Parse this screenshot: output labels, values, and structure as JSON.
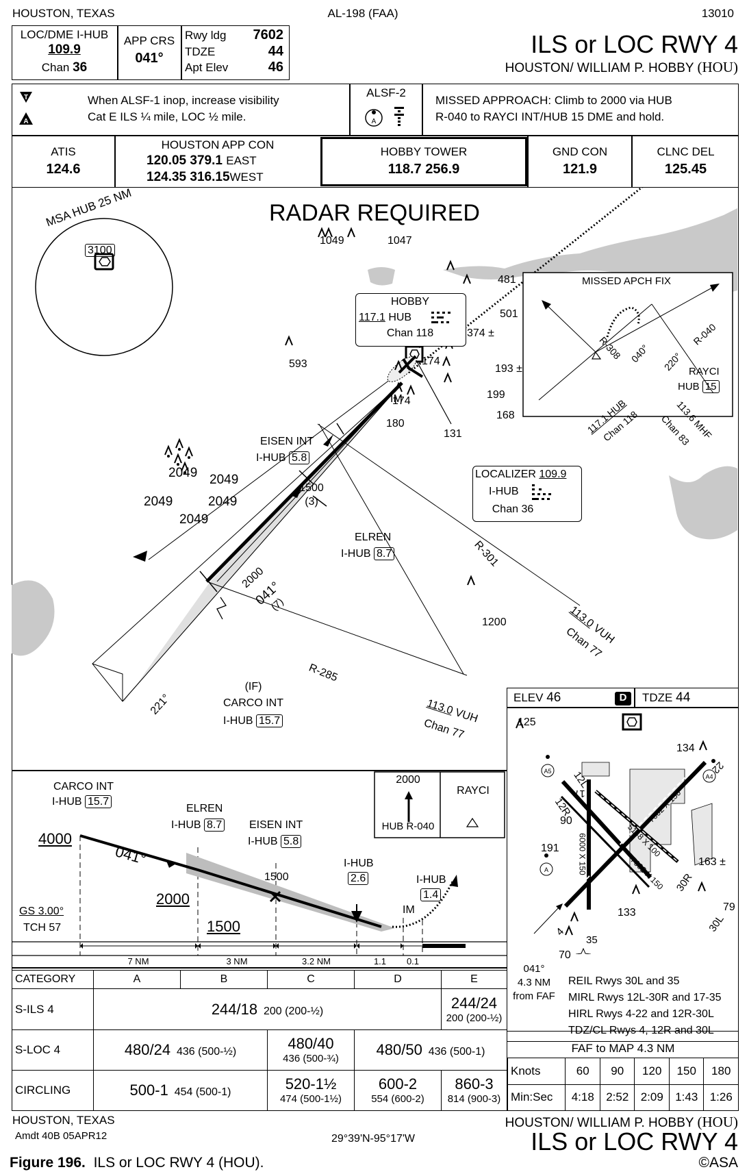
{
  "top": {
    "city": "HOUSTON, TEXAS",
    "chart_id": "AL-198 (FAA)",
    "serial": "13010",
    "title": "ILS or LOC RWY 4",
    "airport": "HOUSTON/ WILLIAM P. HOBBY",
    "airport_id": "(HOU)"
  },
  "briefing": {
    "loc_label": "LOC/DME  I-HUB",
    "loc_freq": "109.9",
    "loc_chan_label": "Chan",
    "loc_chan": "36",
    "app_crs_label": "APP CRS",
    "app_crs": "041°",
    "rwy_ldg_label": "Rwy ldg",
    "rwy_ldg": "7602",
    "tdze_label": "TDZE",
    "tdze": "44",
    "apt_elev_label": "Apt Elev",
    "apt_elev": "46",
    "note_line1": "When ALSF-1 inop, increase visibility",
    "note_line2": "Cat E ILS ¼ mile, LOC ½ mile.",
    "alsf": "ALSF-2",
    "missed_line1": "MISSED APPROACH: Climb to 2000 via HUB",
    "missed_line2": "R-040 to RAYCI INT/HUB 15 DME and hold."
  },
  "comms": {
    "atis_label": "ATIS",
    "atis": "124.6",
    "app_label": "HOUSTON APP CON",
    "app_east": "120.05  379.1",
    "app_east_sfx": "EAST",
    "app_west": "124.35  316.15",
    "app_west_sfx": "WEST",
    "twr_label": "HOBBY TOWER",
    "twr": "118.7  256.9",
    "gnd_label": "GND CON",
    "gnd": "121.9",
    "clnc_label": "CLNC DEL",
    "clnc": "125.45"
  },
  "plan": {
    "radar": "RADAR REQUIRED",
    "msa_label": "MSA HUB 25 NM",
    "msa_alt": "3100",
    "obstacles": [
      "1049",
      "1047",
      "481",
      "501",
      "374 ±",
      "593",
      "174",
      "193 ±",
      "199",
      "168",
      "174",
      "180",
      "131",
      "2049",
      "2049",
      "2049",
      "2049",
      "2049",
      "1200",
      "125",
      "134",
      "163 ±",
      "133",
      "79",
      "90",
      "191",
      "70"
    ],
    "vor_name": "HOBBY",
    "vor_freq": "117.1",
    "vor_id": "HUB",
    "vor_chan": "Chan 118",
    "loc_box_label": "LOCALIZER",
    "loc_box_freq": "109.9",
    "loc_box_id": "I-HUB",
    "loc_box_chan": "Chan 36",
    "eisen": "EISEN INT",
    "eisen_id": "I-HUB",
    "eisen_dme": "5.8",
    "elren": "ELREN",
    "elren_id": "I-HUB",
    "elren_dme": "8.7",
    "carco_if": "(IF)",
    "carco": "CARCO INT",
    "carco_id": "I-HUB",
    "carco_dme": "15.7",
    "alt_1500": "1500",
    "alt_1500_d": "(3)",
    "alt_2000": "2000",
    "crs": "041°",
    "crs_d": "(7)",
    "crs_rev": "221°",
    "r301": "R-301",
    "r285": "R-285",
    "vuh1_freq": "113.0",
    "vuh1_id": "VUH",
    "vuh1_chan": "Chan 77",
    "vuh2_freq": "113.0",
    "vuh2_id": "VUH",
    "vuh2_chan": "Chan 77",
    "im": "IM",
    "missed_fix_label": "MISSED APCH FIX",
    "mf_r308": "R-308",
    "mf_040": "040°",
    "mf_220": "220°",
    "mf_r040": "R-040",
    "mf_rayci": "RAYCI",
    "mf_hub": "HUB",
    "mf_15": "15",
    "mf_hub_freq": "117.1 HUB",
    "mf_hub_chan": "Chan 118",
    "mf_mhf": "113.6 MHF",
    "mf_mhf_chan": "Chan 83"
  },
  "airport_diagram": {
    "elev_label": "ELEV",
    "elev": "46",
    "d_symbol": "D",
    "tdze_label": "TDZE",
    "tdze": "44",
    "rwy_12l": "12L",
    "rwy_17": "17",
    "rwy_12r": "12R",
    "rwy_22": "22",
    "rwy_30r": "30R",
    "rwy_30l": "30L",
    "rwy_4": "4",
    "rwy_35": "35",
    "dim_6000": "6000 X 150",
    "dim_7602": "7602 X 150",
    "dim_5148": "5148 X 100",
    "dim_7602b": "7602 X 150",
    "offset_crs": "041°",
    "offset_nm": "4.3 NM",
    "offset_from": "from FAF",
    "lighting": [
      "REIL Rwys 30L and 35",
      "MIRL Rwys 12L-30R and 17-35",
      "HIRL Rwys 4-22 and 12R-30L",
      "TDZ/CL Rwys 4, 12R and 30L"
    ]
  },
  "profile": {
    "carco": "CARCO INT",
    "carco_id": "I-HUB",
    "carco_dme": "15.7",
    "elren": "ELREN",
    "elren_id": "I-HUB",
    "elren_dme": "8.7",
    "eisen": "EISEN  INT",
    "eisen_id": "I-HUB",
    "eisen_dme": "5.8",
    "ihub": "I-HUB",
    "ihub_dme": "2.6",
    "ihub2": "I-HUB",
    "ihub2_dme": "1.4",
    "alt_4000": "4000",
    "crs": "041°",
    "alt_2000": "2000",
    "alt_1500a": "1500",
    "alt_1500b": "1500",
    "gs": "GS 3.00°",
    "tch": "TCH 57",
    "im": "IM",
    "hold_alt": "2000",
    "hold_radial": "HUB R-040",
    "hold_fix": "RAYCI",
    "dist": [
      "7 NM",
      "3 NM",
      "3.2 NM",
      "1.1",
      "0.1"
    ]
  },
  "minimums": {
    "headers": [
      "CATEGORY",
      "A",
      "B",
      "C",
      "D",
      "E"
    ],
    "rows": [
      {
        "name": "S-ILS 4",
        "abcd": "244/18",
        "abcd_sub": "200 (200-½)",
        "e": "244/24",
        "e_sub": "200 (200-½)"
      },
      {
        "name": "S-LOC 4",
        "ab": "480/24",
        "ab_sub": "436 (500-½)",
        "c": "480/40",
        "c_sub": "436 (500-¾)",
        "de": "480/50",
        "de_sub": "436 (500-1)"
      },
      {
        "name": "CIRCLING",
        "ab": "500-1",
        "ab_sub": "454 (500-1)",
        "c": "520-1½",
        "c_sub": "474 (500-1½)",
        "d": "600-2",
        "d_sub": "554 (600-2)",
        "e": "860-3",
        "e_sub": "814 (900-3)"
      }
    ]
  },
  "faf_table": {
    "title": "FAF to MAP  4.3 NM",
    "knots_label": "Knots",
    "knots": [
      "60",
      "90",
      "120",
      "150",
      "180"
    ],
    "time_label": "Min:Sec",
    "times": [
      "4:18",
      "2:52",
      "2:09",
      "1:43",
      "1:26"
    ]
  },
  "bottom": {
    "city": "HOUSTON, TEXAS",
    "amdt": "Amdt 40B  05APR12",
    "coords": "29°39'N-95°17'W",
    "airport": "HOUSTON/ WILLIAM P. HOBBY",
    "airport_id": "(HOU)",
    "title": "ILS or LOC RWY 4"
  },
  "caption": {
    "figure": "Figure 196.",
    "text": "ILS or LOC RWY 4 (HOU).",
    "copyright": "©ASA"
  }
}
